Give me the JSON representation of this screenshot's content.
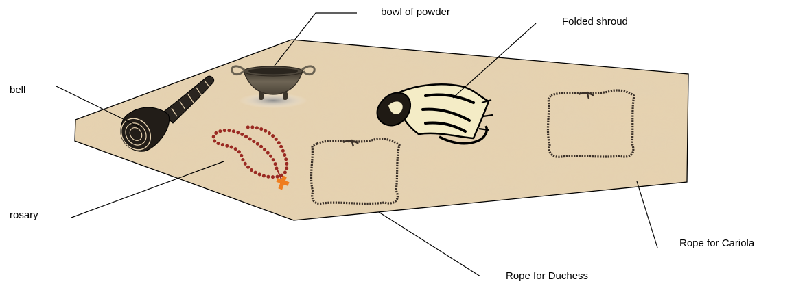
{
  "labels": {
    "bowl": "bowl of powder",
    "shroud": "Folded shroud",
    "bell": "bell",
    "rosary": "rosary",
    "rope_cariola": "Rope for Cariola",
    "rope_duchess": "Rope for Duchess"
  },
  "colors": {
    "table_top": "#e6d2b0",
    "table_edge": "#000000",
    "leader_line": "#000000",
    "rosary_bead": "#9a2a22",
    "cross": "#ef7d1e",
    "bowl": "#5d5548",
    "shroud_fill": "#f4ecc6",
    "rope": "#3a3028"
  },
  "icons": [
    "bell-icon",
    "bowl-icon",
    "shroud-scroll-icon",
    "rosary-icon",
    "rope-loop-icon"
  ]
}
